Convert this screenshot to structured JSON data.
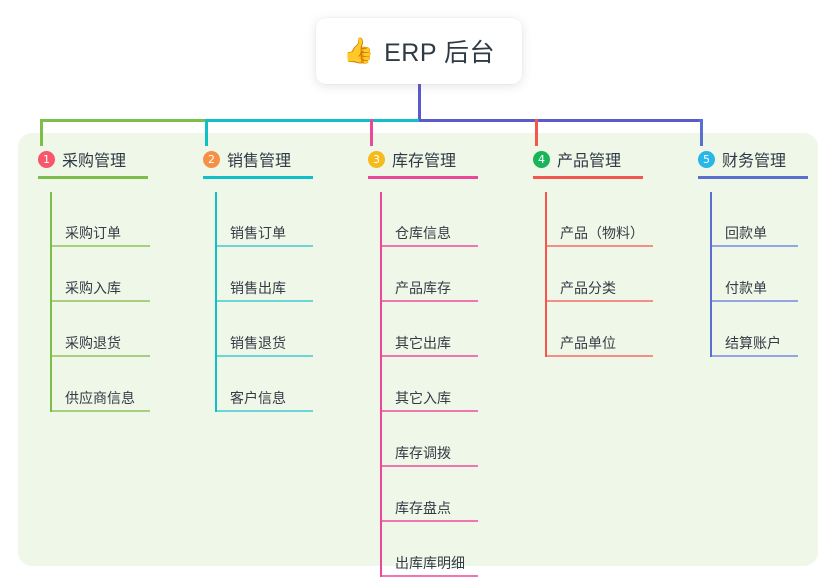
{
  "root": {
    "emoji": "👍",
    "icon_name": "thumbs-up-emoji",
    "label": "ERP 后台"
  },
  "theme": {
    "panel_bg": "#EFF7E8",
    "card_bg": "#FFFFFF",
    "text": "#2F3A45",
    "center_connector": "#5B5BC8"
  },
  "columns": [
    {
      "number": "1",
      "title": "采购管理",
      "badge_color": "#F8566B",
      "line_color": "#7DBE4A",
      "item_line_color": "#A8CF7E",
      "items": [
        "采购订单",
        "采购入库",
        "采购退货",
        "供应商信息"
      ]
    },
    {
      "number": "2",
      "title": "销售管理",
      "badge_color": "#F79044",
      "line_color": "#0FC0C8",
      "item_line_color": "#6ED4D6",
      "items": [
        "销售订单",
        "销售出库",
        "销售退货",
        "客户信息"
      ]
    },
    {
      "number": "3",
      "title": "库存管理",
      "badge_color": "#F5BB1D",
      "line_color": "#EC4899",
      "item_line_color": "#EF76B0",
      "items": [
        "仓库信息",
        "产品库存",
        "其它出库",
        "其它入库",
        "库存调拨",
        "库存盘点",
        "出库库明细"
      ]
    },
    {
      "number": "4",
      "title": "产品管理",
      "badge_color": "#19B559",
      "line_color": "#F4564C",
      "item_line_color": "#F48E86",
      "items": [
        "产品（物料）",
        "产品分类",
        "产品单位"
      ]
    },
    {
      "number": "5",
      "title": "财务管理",
      "badge_color": "#29B6E8",
      "line_color": "#5B6FD0",
      "item_line_color": "#94A6DF",
      "items": [
        "回款单",
        "付款单",
        "结算账户"
      ]
    }
  ]
}
